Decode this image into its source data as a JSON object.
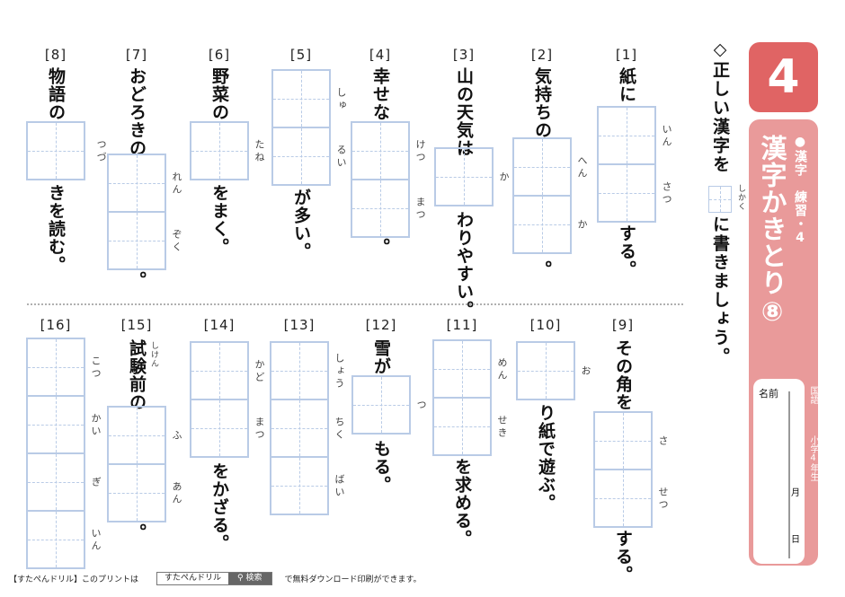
{
  "header": {
    "number": "4",
    "category": "●漢字　練習・4",
    "title": "漢字かきとり⑧"
  },
  "instruction": {
    "before": "◇正しい漢字を",
    "box_reading": "しかく",
    "after": "に書きましょう。"
  },
  "name_area": {
    "name_label": "名前",
    "month_label": "月",
    "day_label": "日",
    "subject": "国語",
    "grade": "小学4年生"
  },
  "questions": [
    {
      "num": "[1]",
      "before": "紙に",
      "readings": [
        "いん",
        "さつ"
      ],
      "after": "する。"
    },
    {
      "num": "[2]",
      "before": "気持ちの",
      "readings": [
        "へん",
        "か"
      ],
      "after": "。"
    },
    {
      "num": "[3]",
      "before": "山の天気は",
      "readings": [
        "か"
      ],
      "after": "わりやすい。"
    },
    {
      "num": "[4]",
      "before": "幸せな",
      "readings": [
        "けつ",
        "まつ"
      ],
      "after": "。"
    },
    {
      "num": "[5]",
      "before": "",
      "readings": [
        "しゅ",
        "るい"
      ],
      "after": "が多い。"
    },
    {
      "num": "[6]",
      "before": "野菜の",
      "readings": [
        "たね"
      ],
      "after": "をまく。"
    },
    {
      "num": "[7]",
      "before": "おどろきの",
      "readings": [
        "れん",
        "ぞく"
      ],
      "after": "。"
    },
    {
      "num": "[8]",
      "before": "物語の",
      "readings": [
        "つづ"
      ],
      "after": "きを読む。"
    },
    {
      "num": "[9]",
      "before": "その角を",
      "readings": [
        "さ",
        "せつ"
      ],
      "after": "する。"
    },
    {
      "num": "[10]",
      "before": "",
      "readings": [
        "お"
      ],
      "after": "り紙で遊ぶ。"
    },
    {
      "num": "[11]",
      "before": "",
      "readings": [
        "めん",
        "せき"
      ],
      "after": "を求める。"
    },
    {
      "num": "[12]",
      "before": "雪が",
      "readings": [
        "つ"
      ],
      "after": "もる。"
    },
    {
      "num": "[13]",
      "before": "",
      "readings": [
        "しょう",
        "ちく",
        "ばい"
      ],
      "after": ""
    },
    {
      "num": "[14]",
      "before": "",
      "readings": [
        "かど",
        "まつ"
      ],
      "after": "をかざる。"
    },
    {
      "num": "[15]",
      "before": "試験前の",
      "before_ruby": "しけん",
      "readings": [
        "ふ",
        "あん"
      ],
      "after": "。"
    },
    {
      "num": "[16]",
      "before": "",
      "readings": [
        "こつ",
        "かい",
        "ぎ",
        "いん"
      ],
      "after": ""
    }
  ],
  "footer": {
    "prefix": "【すたぺんドリル】このプリントは",
    "search_value": "すたぺんドリル",
    "search_button": "検索",
    "suffix": "で無料ダウンロード印刷ができます。"
  },
  "colors": {
    "number_box": "#e06464",
    "panel": "#e99a9a",
    "answer_box_border": "#b9cbe6"
  }
}
